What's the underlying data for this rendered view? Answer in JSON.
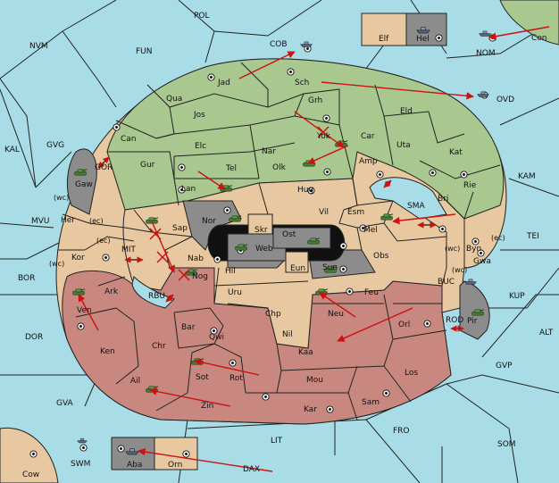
{
  "colors": {
    "sea": "#a8dce6",
    "green": "#a8c890",
    "tan": "#e8c8a0",
    "red": "#c88880",
    "gray": "#8c8c8c",
    "black": "#111111",
    "orderArrow": "#cc1111",
    "unit": "#4a7a3a",
    "fleet": "#556677"
  },
  "sea_regions": [
    "POL",
    "NVM",
    "FUN",
    "KAL",
    "GVG",
    "MVU",
    "BOR",
    "DOR",
    "GVA",
    "LIT",
    "FRO",
    "SOM",
    "GVP",
    "ALT",
    "KUP",
    "TEI",
    "KAM",
    "DAX",
    "MIT",
    "GOR",
    "RBU",
    "ROD",
    "BUC",
    "SMA"
  ],
  "land_green": [
    "Jad",
    "Sch",
    "Qua",
    "Jos",
    "Grh",
    "Can",
    "Elc",
    "Nar",
    "Yok",
    "Tel",
    "Olk",
    "Gur",
    "Lan",
    "Eld",
    "Uta",
    "Kat",
    "Rie",
    "Bri"
  ],
  "land_tan": [
    "Car",
    "Amp",
    "Hug",
    "Vil",
    "Esm",
    "Mel",
    "Obs",
    "Byn",
    "Gwa",
    "Her",
    "Kor",
    "Nab",
    "Ark",
    "Hil",
    "Uru",
    "Chp",
    "Nil",
    "Sam",
    "Skr",
    "Eun",
    "Elf",
    "Orn"
  ],
  "land_red": [
    "Sap",
    "Nog",
    "Ven",
    "Ken",
    "Chr",
    "Bar",
    "Qwi",
    "Sot",
    "Rot",
    "Ail",
    "Zin",
    "Kaa",
    "Mou",
    "Kar",
    "Los",
    "Orl",
    "Feu",
    "Neu"
  ],
  "land_gray": [
    "Gaw",
    "Nor",
    "Web",
    "Ost",
    "Sun",
    "Pir",
    "Hel",
    "Aba"
  ],
  "corner_regions": [
    "Con",
    "Cow"
  ],
  "home_markers": [
    "COB",
    "NOM",
    "OVD",
    "SWM"
  ],
  "coast_notes": [
    "(wc)",
    "(ec)",
    "(wc)",
    "(wc)",
    "(ec)",
    "(wc)",
    "(ec)"
  ]
}
